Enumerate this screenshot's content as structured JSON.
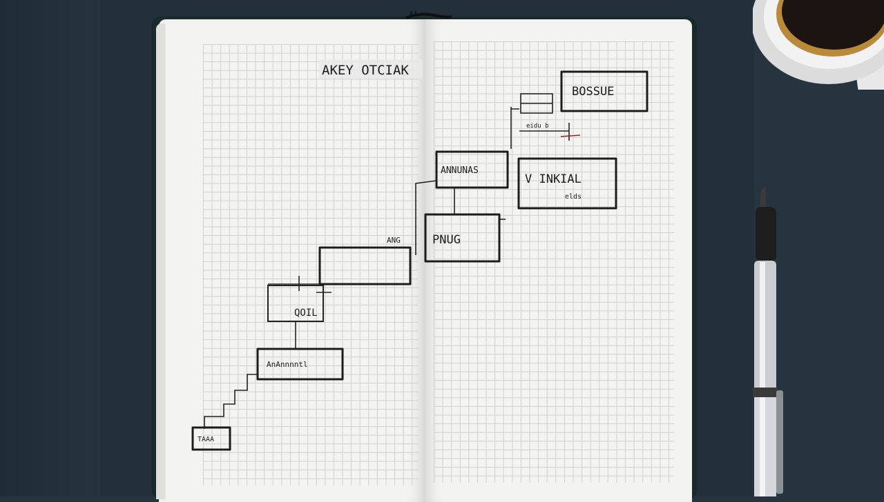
{
  "notebook": {
    "heading": "AKEY OTCIAK",
    "boxes": {
      "top_right": "BOSSUE",
      "small_connector": "eidu b",
      "middle_left": "ANNUNAS",
      "middle_right": "V INKIAL",
      "middle_right_sub": "elds",
      "center": "PNUG",
      "center_side_note": "ANG",
      "step": "QOIL",
      "long": "AnAnnnntl",
      "bottom": "TAAA"
    }
  },
  "colors": {
    "desk": "#263440",
    "paper": "#f3f3f2",
    "ink": "#1c1c1c",
    "grid": "#c9c9c9"
  }
}
